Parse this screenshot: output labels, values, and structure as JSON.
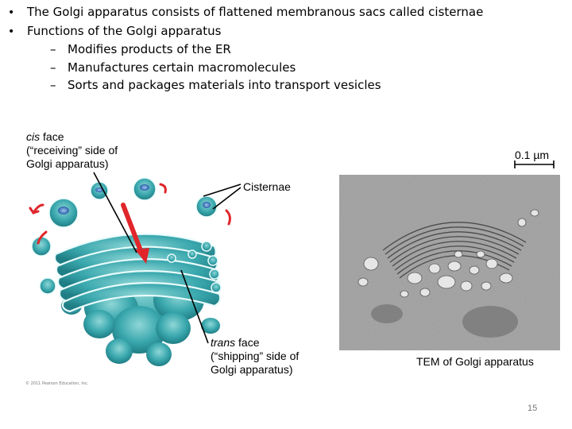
{
  "bullets": [
    {
      "text": "The Golgi apparatus consists of flattened membranous sacs called cisternae"
    },
    {
      "text": "Functions of the Golgi apparatus",
      "sub": [
        "Modifies products of the ER",
        "Manufactures certain macromolecules",
        "Sorts and packages materials into transport vesicles"
      ]
    }
  ],
  "bullet_symbol": "•",
  "dash_symbol": "–",
  "figure": {
    "cis_label_italic": "cis",
    "cis_label_rest": " face",
    "cis_label_line2": "(“receiving” side of",
    "cis_label_line3": "Golgi apparatus)",
    "trans_label_italic": "trans",
    "trans_label_rest": " face",
    "trans_label_line2": "(“shipping” side of",
    "trans_label_line3": "Golgi apparatus)",
    "cisternae_label": "Cisternae",
    "scale_label": "0.1 µm",
    "tem_label": "TEM of Golgi apparatus",
    "copyright": "© 2011 Pearson Education, Inc."
  },
  "page_number": "15",
  "colors": {
    "golgi_teal": "#3aa8ae",
    "golgi_dark": "#1f7d84",
    "arrow_red": "#e0262b",
    "vesicle_blue": "#2a5fa8"
  }
}
